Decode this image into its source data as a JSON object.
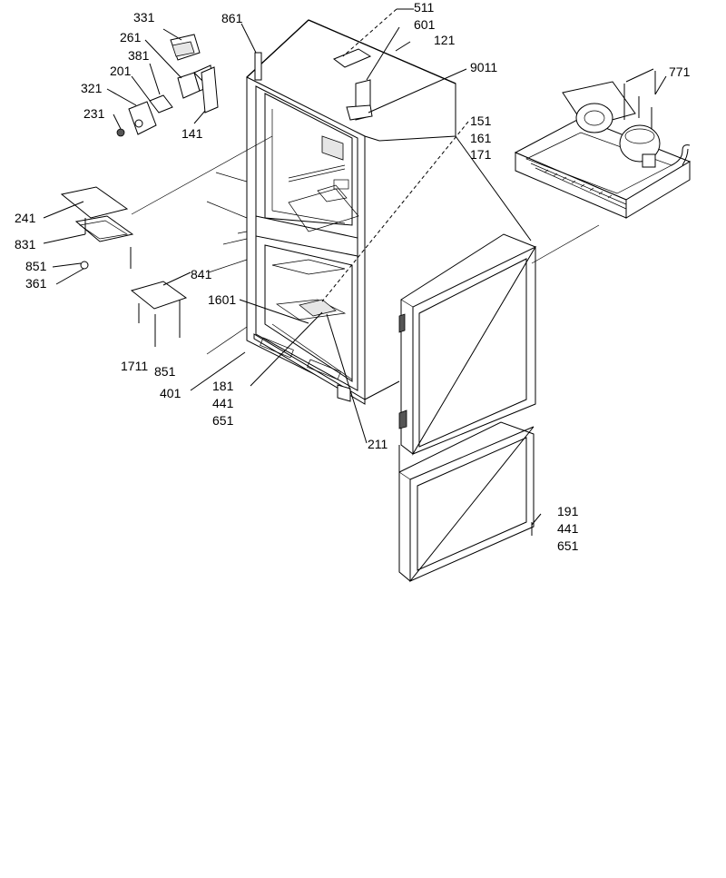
{
  "labels": {
    "l331": "331",
    "l261": "261",
    "l381": "381",
    "l201": "201",
    "l321": "321",
    "l231": "231",
    "l141": "141",
    "l861": "861",
    "l511": "511",
    "l601": "601",
    "l121": "121",
    "l9011": "9011",
    "l771": "771",
    "l151": "151",
    "l161": "161",
    "l171": "171",
    "l241": "241",
    "l831": "831",
    "l851a": "851",
    "l361": "361",
    "l841": "841",
    "l1601": "1601",
    "l1711": "1711",
    "l851b": "851",
    "l401": "401",
    "l181": "181",
    "l441a": "441",
    "l651a": "651",
    "l211": "211",
    "l191": "191",
    "l441b": "441",
    "l651b": "651"
  }
}
